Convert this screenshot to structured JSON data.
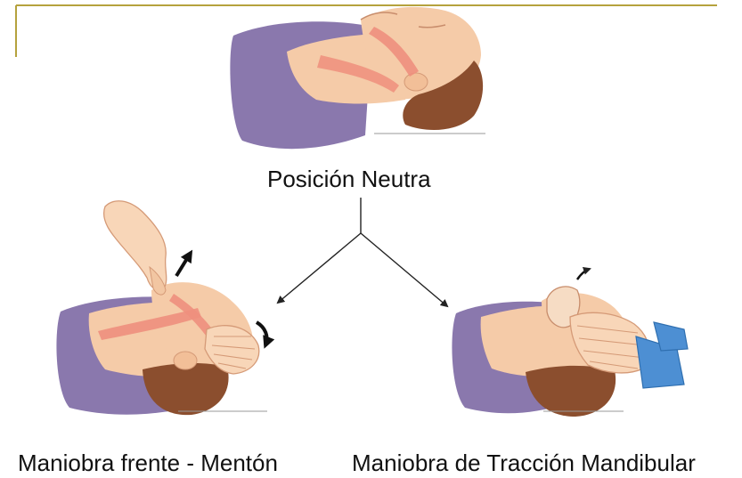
{
  "labels": {
    "neutral": "Posición Neutra",
    "head_tilt_chin_lift": "Maniobra frente - Mentón",
    "jaw_thrust": "Maniobra de Tracción Mandibular"
  },
  "colors": {
    "accent_line": "#b5a23d",
    "pillow": "#8a78ad",
    "skin": "#f5cba8",
    "hair": "#8b4e2e",
    "airway": "#ee8f7d",
    "sleeve": "#4d8fd3",
    "arrow": "#222222"
  }
}
